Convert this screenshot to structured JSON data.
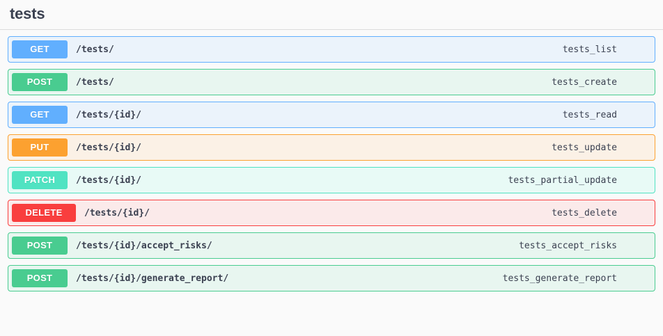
{
  "tag": {
    "name": "tests"
  },
  "operations": [
    {
      "method": "GET",
      "method_class": "get",
      "path": "/tests/",
      "operation_id": "tests_list"
    },
    {
      "method": "POST",
      "method_class": "post",
      "path": "/tests/",
      "operation_id": "tests_create"
    },
    {
      "method": "GET",
      "method_class": "get",
      "path": "/tests/{id}/",
      "operation_id": "tests_read"
    },
    {
      "method": "PUT",
      "method_class": "put",
      "path": "/tests/{id}/",
      "operation_id": "tests_update"
    },
    {
      "method": "PATCH",
      "method_class": "patch",
      "path": "/tests/{id}/",
      "operation_id": "tests_partial_update"
    },
    {
      "method": "DELETE",
      "method_class": "delete",
      "path": "/tests/{id}/",
      "operation_id": "tests_delete"
    },
    {
      "method": "POST",
      "method_class": "post",
      "path": "/tests/{id}/accept_risks/",
      "operation_id": "tests_accept_risks"
    },
    {
      "method": "POST",
      "method_class": "post",
      "path": "/tests/{id}/generate_report/",
      "operation_id": "tests_generate_report"
    }
  ],
  "colors": {
    "get": "#61affe",
    "post": "#49cc90",
    "put": "#fca130",
    "patch": "#50e3c2",
    "delete": "#f93e3e",
    "text": "#3b4151",
    "page_background": "#fafafa"
  }
}
